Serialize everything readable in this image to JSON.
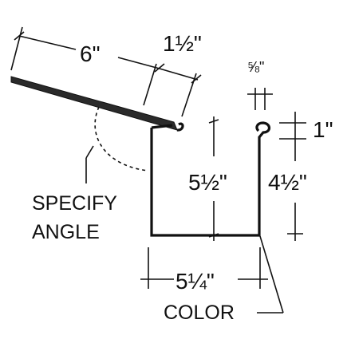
{
  "dimensions": {
    "top_length": "6\"",
    "overhang": "1½\"",
    "hem_width": "⅝\"",
    "hem_height": "1\"",
    "back_height": "5½\"",
    "front_height": "4½\"",
    "bottom_width": "5¼\""
  },
  "labels": {
    "specify_line1": "SPECIFY",
    "specify_line2": "ANGLE",
    "color": "COLOR"
  },
  "colors": {
    "ink": "#111111",
    "panel_fill": "#2a2a2a",
    "background": "#ffffff"
  }
}
